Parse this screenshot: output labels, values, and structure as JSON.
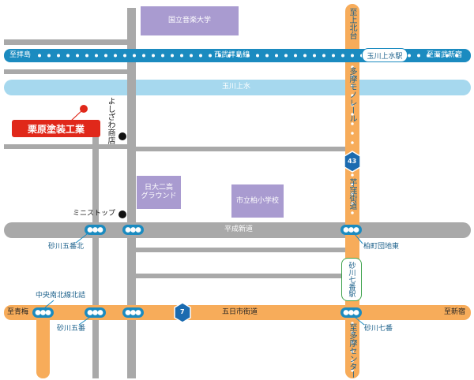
{
  "roads": {
    "route7_name": "五日市街道",
    "route7_number": "7",
    "heisei": "平成新道",
    "imo_kaido": "芋窪街道",
    "route43_number": "43",
    "west_aome": "至青梅",
    "east_shinjuku": "至新宿"
  },
  "railways": {
    "seibu_line": "西武拝島線",
    "to_haijima": "至拝島",
    "to_seibu_shinjuku": "至西武新宿",
    "monorail": "多摩モノレール",
    "to_kamikitadai": "至上北台",
    "to_tama_center": "至多摩センター"
  },
  "canal": {
    "name": "玉川上水"
  },
  "stations": {
    "tamagawajosui": "玉川上水駅",
    "sunagawa_nanaban": "砂川七番駅"
  },
  "bus_stops": {
    "sunagawa_goban_kita": "砂川五番北",
    "kashiwacho_danchi_higashi": "柏町団地東",
    "chuo_nanboku": "中央南北線北詰",
    "sunagawa_goban": "砂川五番",
    "sunagawa_nanaban": "砂川七番"
  },
  "buildings": {
    "music_college": "国立音楽大学",
    "nichidai_ground": "日大二高\nグラウンド",
    "kashiwa_school": "市立柏小学校"
  },
  "landmarks": {
    "yoshizawa": "よしざわ商店",
    "ministop": "ミニストップ",
    "company": "栗原塗装工業"
  },
  "colors": {
    "orange_road": "#f7ac5a",
    "gray_road": "#a9a9a9",
    "seibu_line": "#1b8bc0",
    "canal": "#a6d8ee",
    "purple_building": "#a99bd0",
    "brand_red": "#e0281a",
    "route7_sign": "#1b6bb0",
    "route43_sign": "#1b6bb0",
    "monorail_station_border": "#3fa34d"
  }
}
